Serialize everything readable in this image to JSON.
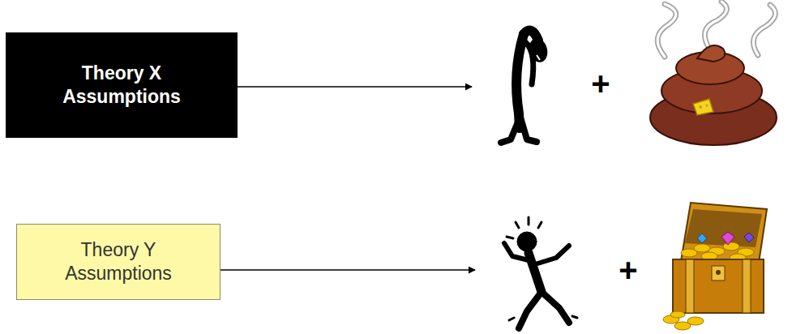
{
  "diagram": {
    "nodes": [
      {
        "text": [
          "Theory X Assumptions"
        ]
      },
      {
        "text": [
          "Theory Y Assumptions"
        ]
      }
    ],
    "labels": [
      "+",
      "+"
    ]
  }
}
